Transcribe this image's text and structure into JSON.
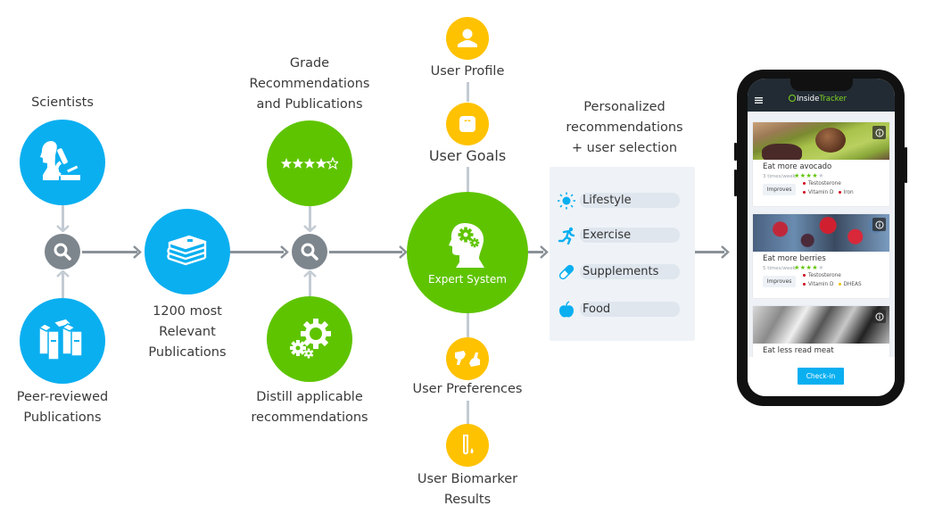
{
  "diagram": {
    "sources": {
      "scientists_label": "Scientists",
      "publications_label": [
        "Peer-reviewed",
        "Publications"
      ],
      "relevant_label": [
        "1200 most",
        "Relevant",
        "Publications"
      ]
    },
    "grading": {
      "grade_label": [
        "Grade",
        "Recommendations",
        "and Publications"
      ],
      "distill_label": [
        "Distill applicable",
        "recommendations"
      ],
      "rating_stars": {
        "filled": 4,
        "total": 5
      }
    },
    "expert_system": {
      "label": "Expert System",
      "inputs": [
        {
          "label": [
            "User Profile"
          ],
          "icon": "user-icon"
        },
        {
          "label": [
            "User Goals"
          ],
          "icon": "scale-icon"
        },
        {
          "label": [
            "User Preferences"
          ],
          "icon": "thumbs-icon"
        },
        {
          "label": [
            "User Biomarker",
            "Results"
          ],
          "icon": "test-tube-icon"
        }
      ]
    },
    "recommendations": {
      "title": [
        "Personalized",
        "recommendations",
        "+ user selection"
      ],
      "categories": [
        {
          "label": "Lifestyle",
          "icon": "sun-icon"
        },
        {
          "label": "Exercise",
          "icon": "runner-icon"
        },
        {
          "label": "Supplements",
          "icon": "pill-icon"
        },
        {
          "label": "Food",
          "icon": "apple-icon"
        }
      ]
    },
    "colors": {
      "blue": "#0aaff0",
      "green": "#5fc400",
      "yellow": "#ffc200",
      "grey": "#7d858d"
    }
  },
  "phone": {
    "brand_left": "Inside",
    "brand_right": "Tracker",
    "cards": [
      {
        "title": "Eat more avocado",
        "frequency": "3 times/week",
        "stars": "★★★★",
        "star_empty": "★",
        "improves_label": "Improves",
        "markers_line1": [
          "Testosterone"
        ],
        "markers_line2": [
          "Vitamin D",
          "Iron"
        ]
      },
      {
        "title": "Eat more berries",
        "frequency": "5 times/week",
        "stars": "★★★★",
        "star_empty": "★",
        "improves_label": "Improves",
        "markers_line1": [
          "Testosterone"
        ],
        "markers_line2": [
          "Vitamin D",
          "DHEAS"
        ]
      },
      {
        "title": "Eat less read meat"
      }
    ],
    "checkin_label": "Check-in"
  }
}
